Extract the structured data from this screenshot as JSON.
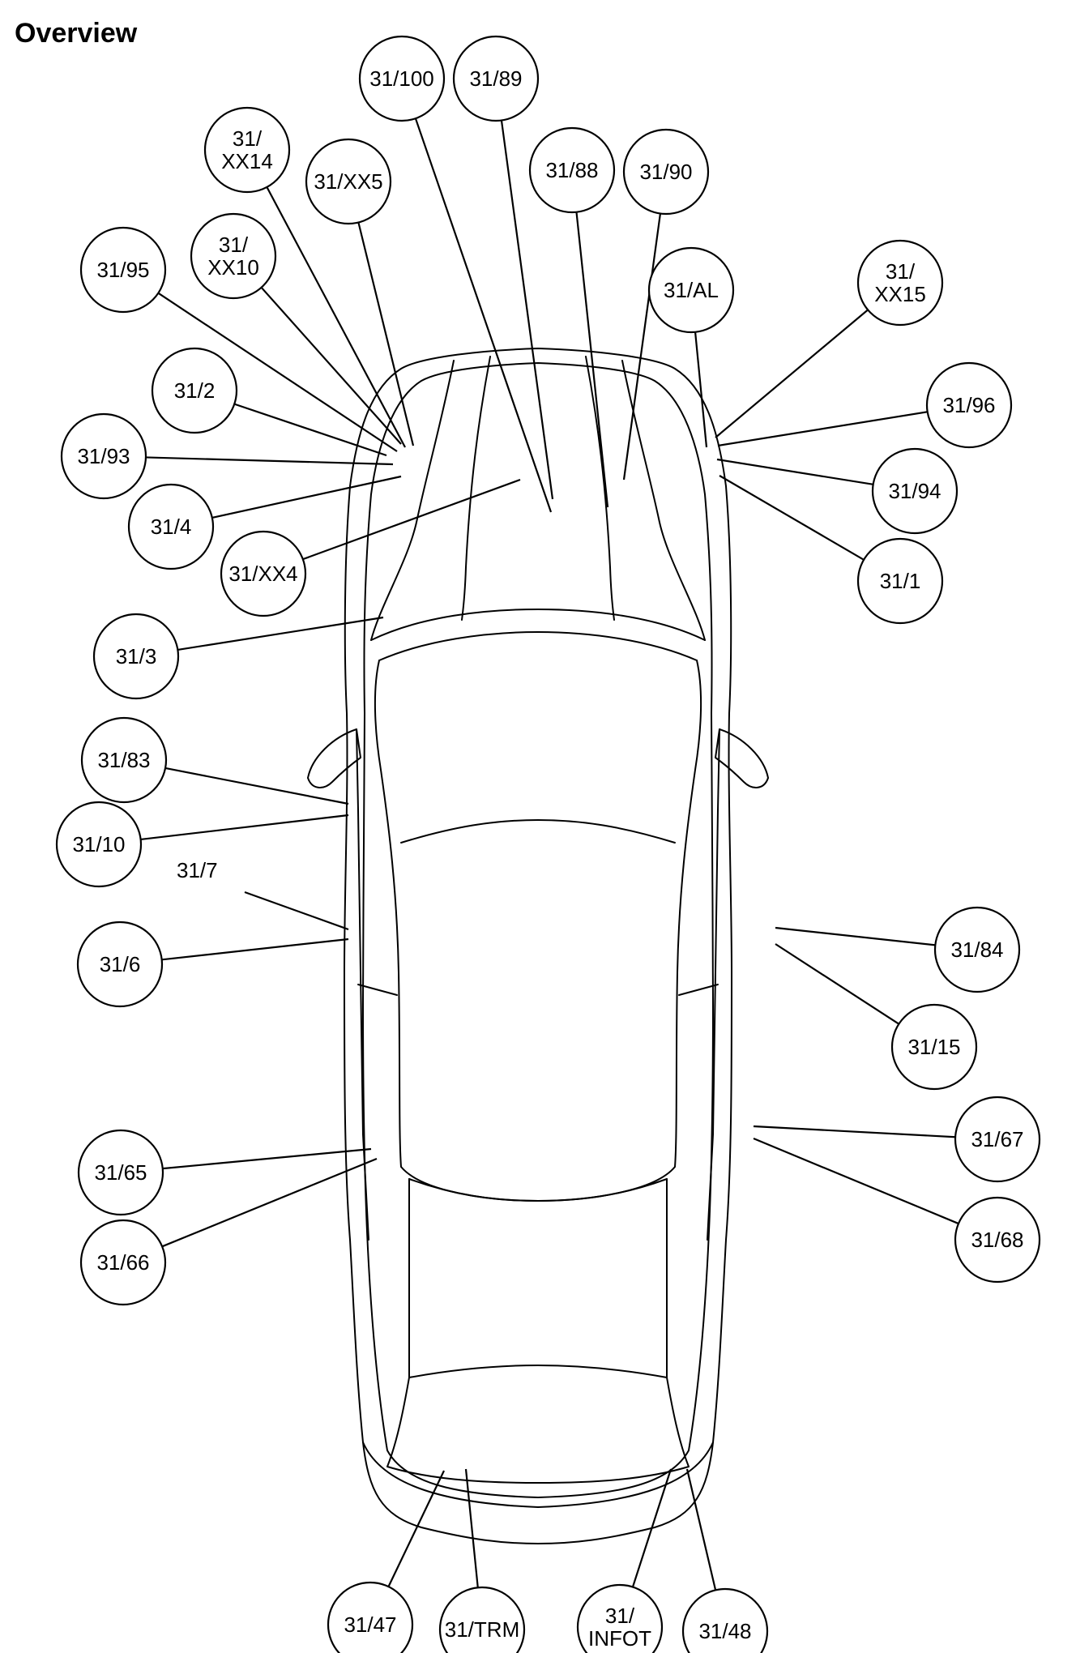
{
  "title": "Overview",
  "callouts": [
    {
      "id": "31/100",
      "lines": [
        "31/100"
      ]
    },
    {
      "id": "31/89",
      "lines": [
        "31/89"
      ]
    },
    {
      "id": "31/XX14",
      "lines": [
        "31/",
        "XX14"
      ]
    },
    {
      "id": "31/XX5",
      "lines": [
        "31/XX5"
      ]
    },
    {
      "id": "31/88",
      "lines": [
        "31/88"
      ]
    },
    {
      "id": "31/90",
      "lines": [
        "31/90"
      ]
    },
    {
      "id": "31/XX10",
      "lines": [
        "31/",
        "XX10"
      ]
    },
    {
      "id": "31/95",
      "lines": [
        "31/95"
      ]
    },
    {
      "id": "31/AL",
      "lines": [
        "31/AL"
      ]
    },
    {
      "id": "31/XX15",
      "lines": [
        "31/",
        "XX15"
      ]
    },
    {
      "id": "31/2",
      "lines": [
        "31/2"
      ]
    },
    {
      "id": "31/96",
      "lines": [
        "31/96"
      ]
    },
    {
      "id": "31/93",
      "lines": [
        "31/93"
      ]
    },
    {
      "id": "31/94",
      "lines": [
        "31/94"
      ]
    },
    {
      "id": "31/4",
      "lines": [
        "31/4"
      ]
    },
    {
      "id": "31/1",
      "lines": [
        "31/1"
      ]
    },
    {
      "id": "31/XX4",
      "lines": [
        "31/XX4"
      ]
    },
    {
      "id": "31/3",
      "lines": [
        "31/3"
      ]
    },
    {
      "id": "31/83",
      "lines": [
        "31/83"
      ]
    },
    {
      "id": "31/10",
      "lines": [
        "31/10"
      ]
    },
    {
      "id": "31/6",
      "lines": [
        "31/6"
      ]
    },
    {
      "id": "31/84",
      "lines": [
        "31/84"
      ]
    },
    {
      "id": "31/15",
      "lines": [
        "31/15"
      ]
    },
    {
      "id": "31/65",
      "lines": [
        "31/65"
      ]
    },
    {
      "id": "31/67",
      "lines": [
        "31/67"
      ]
    },
    {
      "id": "31/66",
      "lines": [
        "31/66"
      ]
    },
    {
      "id": "31/68",
      "lines": [
        "31/68"
      ]
    },
    {
      "id": "31/47",
      "lines": [
        "31/47"
      ]
    },
    {
      "id": "31/TRM",
      "lines": [
        "31/TRM"
      ]
    },
    {
      "id": "31/INFOT",
      "lines": [
        "31/",
        "INFOT"
      ]
    },
    {
      "id": "31/48",
      "lines": [
        "31/48"
      ]
    }
  ],
  "labels": [
    {
      "id": "31/7",
      "text": "31/7"
    }
  ]
}
